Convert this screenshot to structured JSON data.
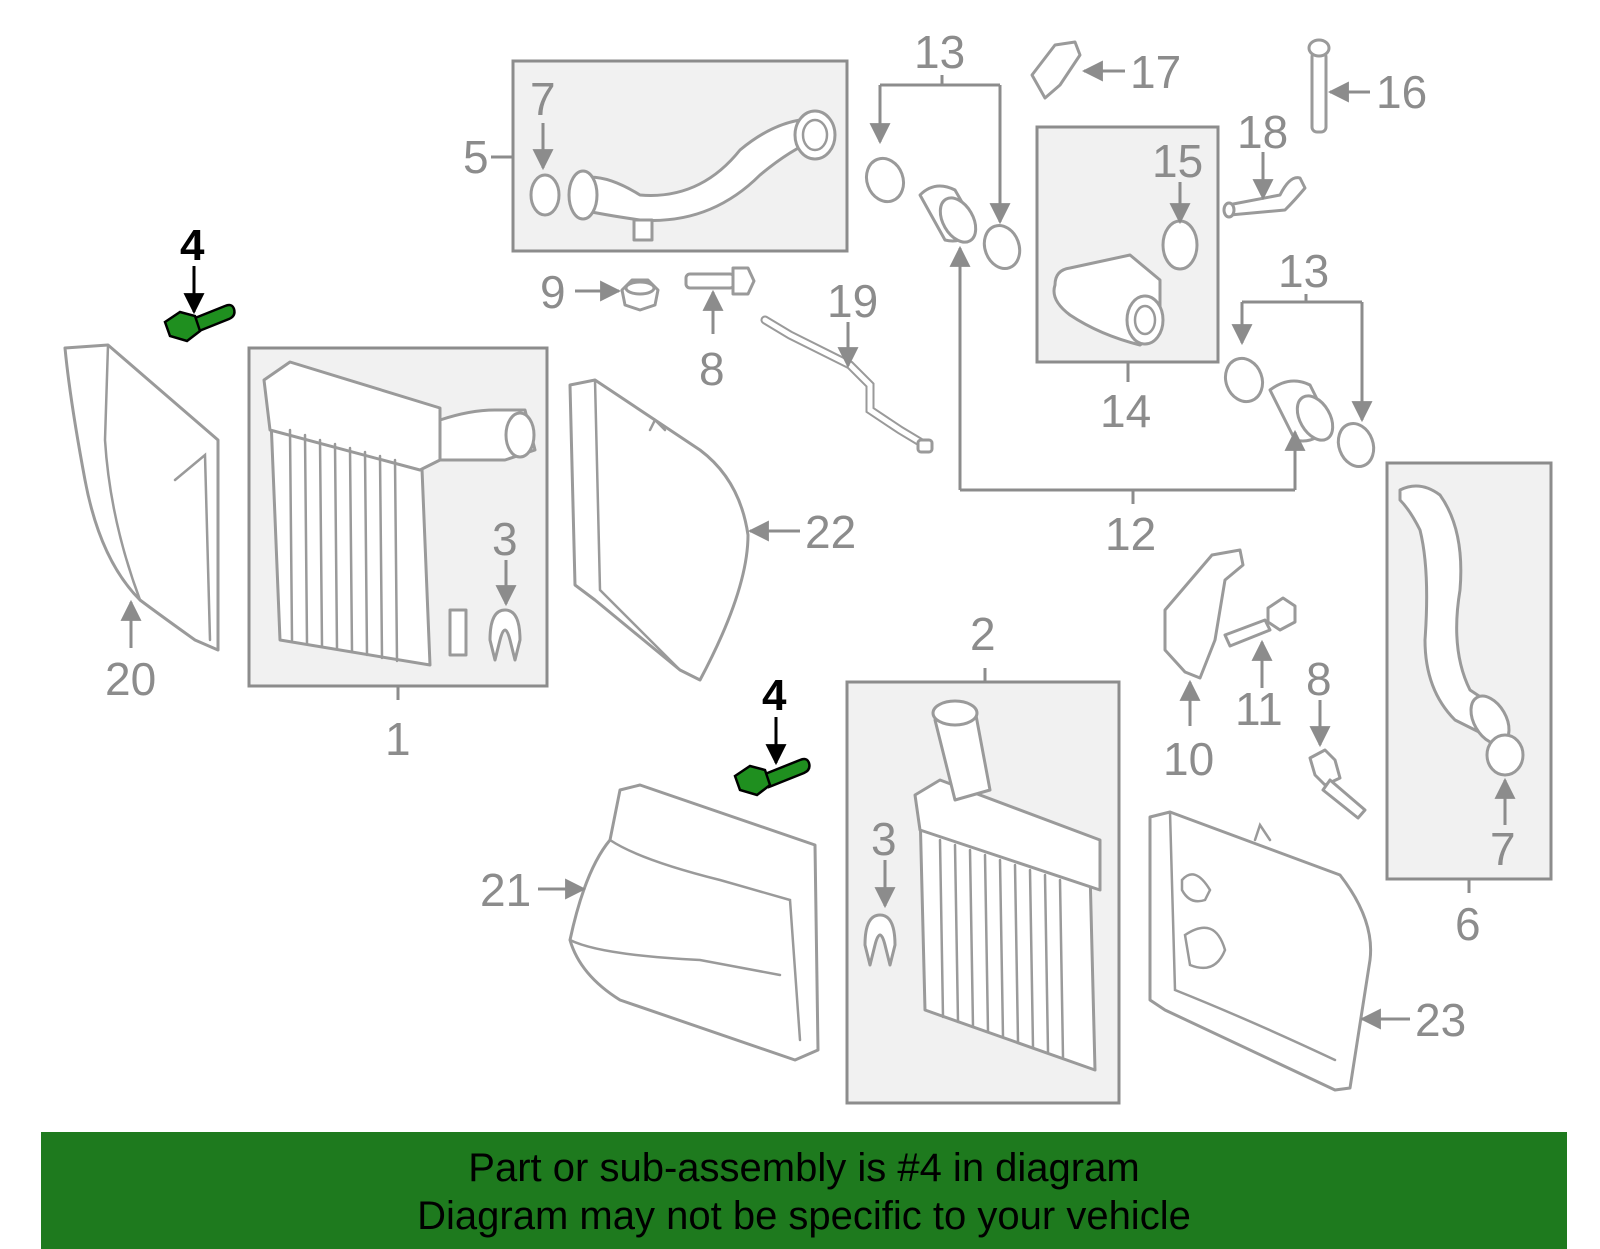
{
  "colors": {
    "highlight_part": "#1f8f1f",
    "banner_background": "#1e7a1e",
    "callout_gray": "#8c8c8c",
    "box_fill": "#f1f1f1"
  },
  "callouts": {
    "c1": "1",
    "c2": "2",
    "c3a": "3",
    "c3b": "3",
    "c4a": "4",
    "c4b": "4",
    "c5": "5",
    "c6": "6",
    "c7a": "7",
    "c7b": "7",
    "c8a": "8",
    "c8b": "8",
    "c9": "9",
    "c10": "10",
    "c11": "11",
    "c12": "12",
    "c13a": "13",
    "c13b": "13",
    "c14": "14",
    "c15": "15",
    "c16": "16",
    "c17": "17",
    "c18": "18",
    "c19": "19",
    "c20": "20",
    "c21": "21",
    "c22": "22",
    "c23": "23"
  },
  "banner": {
    "line1": "Part or sub-assembly is #4 in diagram",
    "line2": "Diagram may not be specific to your vehicle"
  }
}
